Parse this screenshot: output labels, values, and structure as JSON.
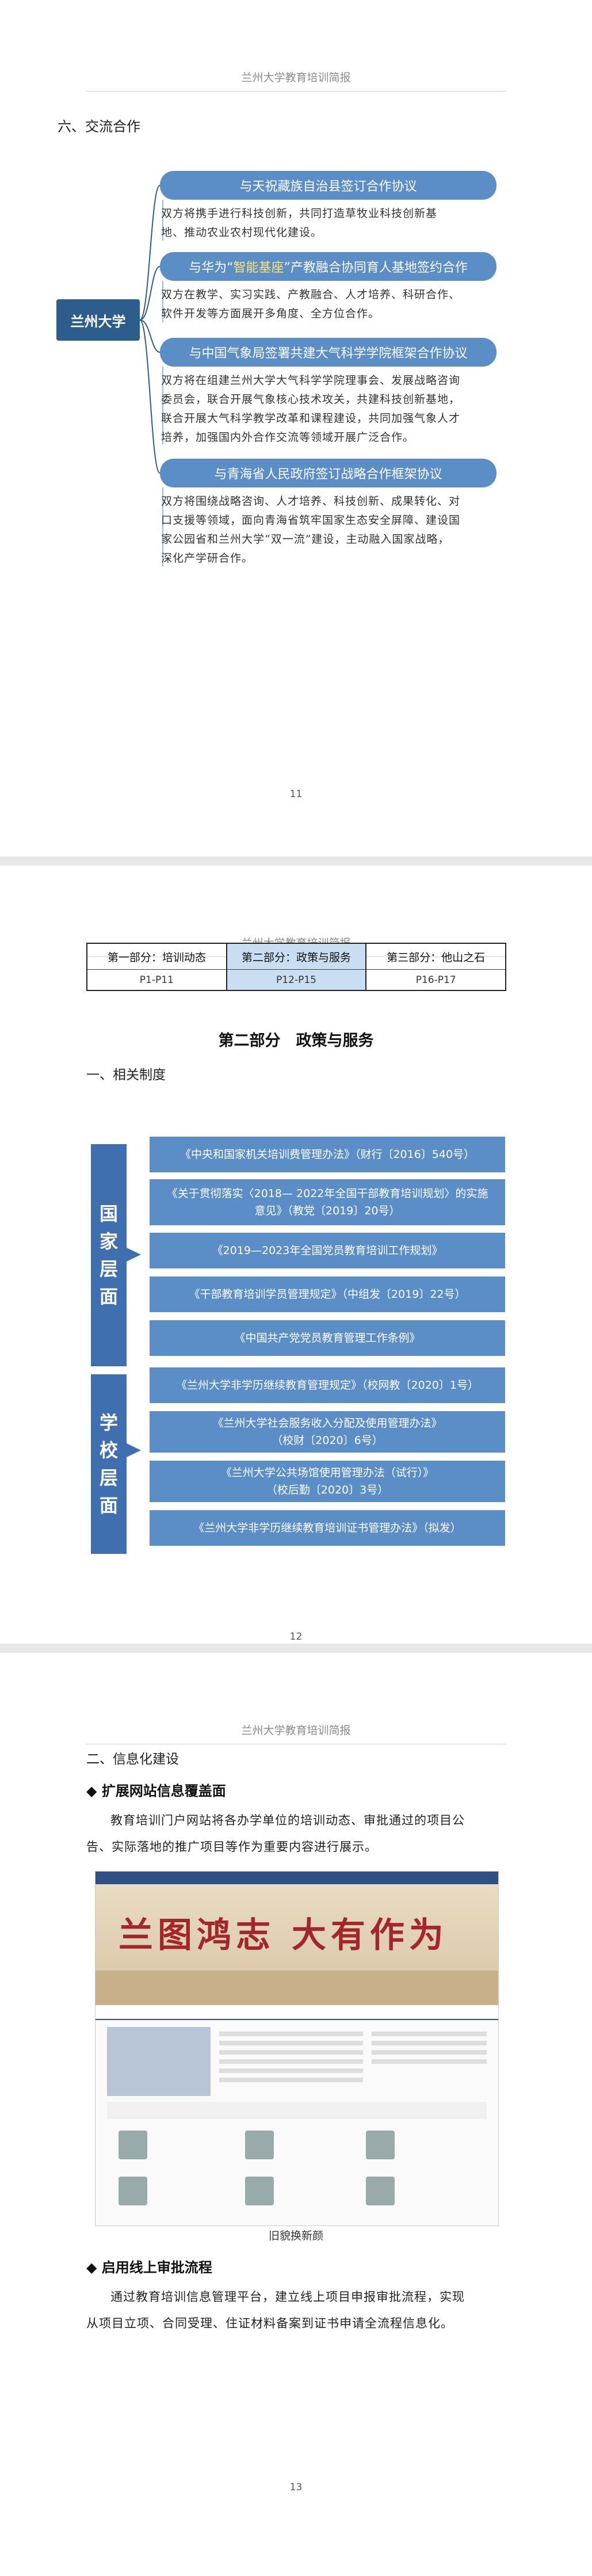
{
  "header_title": "兰州大学教育培训简报",
  "page11": {
    "section": "六、交流合作",
    "center": "兰州大学",
    "items": [
      {
        "title": "与天祝藏族自治县签订合作协议",
        "desc": [
          "双方将携手进行科技创新，共同打造草牧业科技创新基",
          "地、推动农业农村现代化建设。"
        ]
      },
      {
        "title_pre": "与华为“",
        "title_hl": "智能基座",
        "title_post": "”产教融合协同育人基地签约合作",
        "desc": [
          "双方在教学、实习实践、产教融合、人才培养、科研合作、",
          "软件开发等方面展开多角度、全方位合作。"
        ]
      },
      {
        "title": "与中国气象局签署共建大气科学学院框架合作协议",
        "desc": [
          "双方将在组建兰州大学大气科学学院理事会、发展战略咨询",
          "委员会，联合开展气象核心技术攻关，共建科技创新基地，",
          "联合开展大气科学教学改革和课程建设，共同加强气象人才",
          "培养，加强国内外合作交流等领域开展广泛合作。"
        ]
      },
      {
        "title": "与青海省人民政府签订战略合作框架协议",
        "desc": [
          "双方将围绕战略咨询、人才培养、科技创新、成果转化、对",
          "口支援等领域，面向青海省筑牢国家生态安全屏障、建设国",
          "家公园省和兰州大学“双一流”建设，主动融入国家战略，",
          "深化产学研合作。"
        ]
      }
    ],
    "page_number": "11"
  },
  "page12": {
    "nav": [
      {
        "title": "第一部分：培训动态",
        "pages": "P1-P11"
      },
      {
        "title": "第二部分：政策与服务",
        "pages": "P12-P15"
      },
      {
        "title": "第三部分：他山之石",
        "pages": "P16-P17"
      }
    ],
    "part_title": "第二部分　政策与服务",
    "section": "一、相关制度",
    "national_label": [
      "国",
      "家",
      "层",
      "面"
    ],
    "school_label": [
      "学",
      "校",
      "层",
      "面"
    ],
    "national": [
      [
        "《中央和国家机关培训费管理办法》（财行〔2016〕540号）"
      ],
      [
        "《关于贯彻落实〈2018— 2022年全国干部教育培训规划〉的实施",
        "意见》（教党〔2019〕20号）"
      ],
      [
        "《2019—2023年全国党员教育培训工作规划》"
      ],
      [
        "《干部教育培训学员管理规定》（中组发〔2019〕22号）"
      ],
      [
        "《中国共产党党员教育管理工作条例》"
      ]
    ],
    "school": [
      [
        "《兰州大学非学历继续教育管理规定》（校网教〔2020〕1号）"
      ],
      [
        "《兰州大学社会服务收入分配及使用管理办法》",
        "（校财〔2020〕6号）"
      ],
      [
        "《兰州大学公共场馆使用管理办法（试行）》",
        "（校后勤〔2020〕3号）"
      ],
      [
        "《兰州大学非学历继续教育培训证书管理办法》（拟发）"
      ]
    ],
    "page_number": "12"
  },
  "page13": {
    "section": "二、信息化建设",
    "bullet1": "扩展网站信息覆盖面",
    "para1": [
      "教育培训门户网站将各办学单位的培训动态、审批通过的项目公",
      "告、实际落地的推广项目等作为重要内容进行展示。"
    ],
    "banner_text": "兰图鸿志 大有作为",
    "caption": "旧貌换新颜",
    "bullet2": "启用线上审批流程",
    "para2": [
      "通过教育培训信息管理平台，建立线上项目申报审批流程，实现",
      "从项目立项、合同受理、住证材料备案到证书申请全流程信息化。"
    ],
    "page_number": "13"
  },
  "colors": {
    "pill": "#5b8dc7",
    "center": "#2d5d8c",
    "vbar": "#3f6fae",
    "nav_active": "#c9def3"
  }
}
